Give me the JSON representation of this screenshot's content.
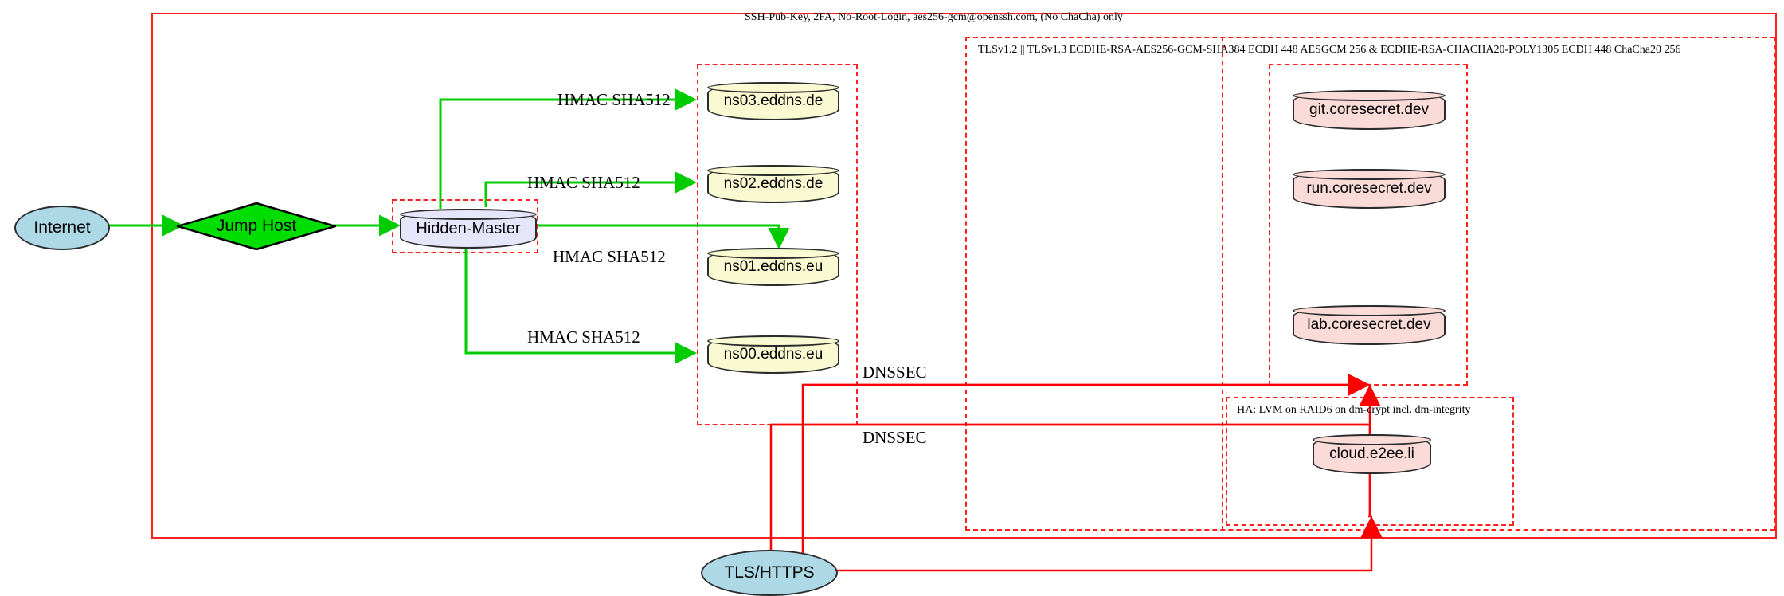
{
  "diagram": {
    "title_visible": false,
    "colors": {
      "cluster_border": "#ff2020",
      "ssh_edge": "#00cc00",
      "tls_edge": "#ff0000",
      "internet_fill": "#add8e6",
      "jumphost_fill": "#00dd00",
      "master_fill": "#e6e6fa",
      "ns_fill": "#fafad2",
      "app_fill": "#fadbd8"
    },
    "clusters": [
      {
        "id": "ssh-zone",
        "label": "SSH-Pub-Key, 2FA, No-Root-Login, aes256-gcm@openssh.com, (No ChaCha) only"
      },
      {
        "id": "tls-zone",
        "label": "TLSv1.2 || TLSv1.3 ECDHE-RSA-AES256-GCM-SHA384 ECDH 448 AESGCM 256 & ECDHE-RSA-CHACHA20-POLY1305 ECDH 448 ChaCha20 256"
      },
      {
        "id": "ha-zone",
        "label": "HA: LVM on RAID6 on dm-crypt incl. dm-integrity"
      },
      {
        "id": "master-zone",
        "label": ""
      },
      {
        "id": "ns-zone",
        "label": ""
      },
      {
        "id": "coresecret-zone",
        "label": ""
      },
      {
        "id": "dnssec-zone",
        "label": ""
      }
    ],
    "nodes": [
      {
        "id": "internet",
        "label": "Internet",
        "shape": "ellipse"
      },
      {
        "id": "jumphost",
        "label": "Jump Host",
        "shape": "diamond"
      },
      {
        "id": "master",
        "label": "Hidden-Master",
        "shape": "cylinder"
      },
      {
        "id": "ns03",
        "label": "ns03.eddns.de",
        "shape": "cylinder"
      },
      {
        "id": "ns02",
        "label": "ns02.eddns.de",
        "shape": "cylinder"
      },
      {
        "id": "ns01",
        "label": "ns01.eddns.eu",
        "shape": "cylinder"
      },
      {
        "id": "ns00",
        "label": "ns00.eddns.eu",
        "shape": "cylinder"
      },
      {
        "id": "git",
        "label": "git.coresecret.dev",
        "shape": "cylinder"
      },
      {
        "id": "run",
        "label": "run.coresecret.dev",
        "shape": "cylinder"
      },
      {
        "id": "lab",
        "label": "lab.coresecret.dev",
        "shape": "cylinder"
      },
      {
        "id": "cloud",
        "label": "cloud.e2ee.li",
        "shape": "cylinder"
      },
      {
        "id": "tlshttps",
        "label": "TLS/HTTPS",
        "shape": "ellipse"
      }
    ],
    "edge_labels": {
      "hmac_ns03": "HMAC SHA512",
      "hmac_ns02": "HMAC SHA512",
      "hmac_ns01": "HMAC SHA512",
      "hmac_ns00": "HMAC SHA512",
      "dnssec_upper": "DNSSEC",
      "dnssec_lower": "DNSSEC"
    }
  }
}
